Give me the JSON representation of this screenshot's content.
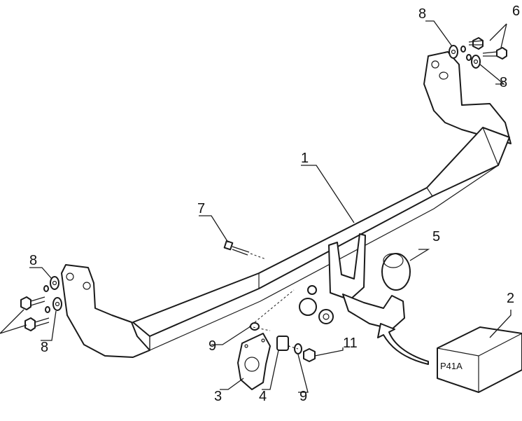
{
  "parts": [
    {
      "id": "p1",
      "number": "1",
      "name": "tow-bar-crossbeam"
    },
    {
      "id": "p2",
      "number": "2",
      "name": "bolt-kit-box"
    },
    {
      "id": "p3",
      "number": "3",
      "name": "socket-plate"
    },
    {
      "id": "p4",
      "number": "4",
      "name": "spring"
    },
    {
      "id": "p5",
      "number": "5",
      "name": "tow-ball-cap"
    },
    {
      "id": "p6",
      "number": "6",
      "name": "bolts"
    },
    {
      "id": "p7",
      "number": "7",
      "name": "bolt"
    },
    {
      "id": "p8",
      "number": "8",
      "name": "washer"
    },
    {
      "id": "p9",
      "number": "9",
      "name": "washer-small"
    },
    {
      "id": "p11",
      "number": "11",
      "name": "nut"
    }
  ],
  "kit_label": "P41A",
  "colors": {
    "line": "#1a1a1a",
    "background": "#ffffff"
  }
}
